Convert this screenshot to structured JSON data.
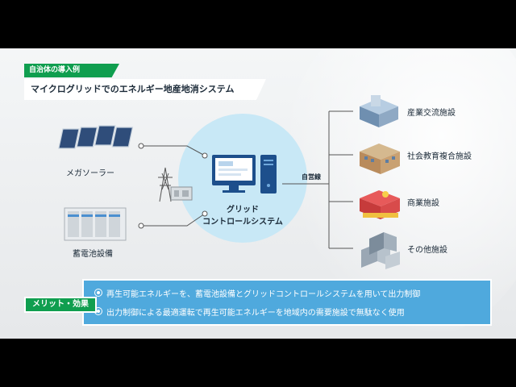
{
  "header": {
    "tag": "自治体の導入例",
    "title": "マイクログリッドでのエネルギー地産地消システム"
  },
  "center": {
    "line1": "グリッド",
    "line2": "コントロールシステム"
  },
  "sources": [
    {
      "label": "メガソーラー",
      "icon": "solar-panel-icon"
    },
    {
      "label": "蓄電池設備",
      "icon": "battery-storage-icon"
    }
  ],
  "connector_label": "自営線",
  "destinations": [
    {
      "label": "産業交流施設",
      "icon": "industrial-building-icon"
    },
    {
      "label": "社会教育複合施設",
      "icon": "education-complex-icon"
    },
    {
      "label": "商業施設",
      "icon": "commercial-building-icon"
    },
    {
      "label": "その他施設",
      "icon": "other-facilities-icon"
    }
  ],
  "merit": {
    "label": "メリット・効果",
    "items": [
      "再生可能エネルギーを、蓄電池設備とグリッドコントロールシステムを用いて出力制御",
      "出力制御による最適運転で再生可能エネルギーを地域内の需要施設で無駄なく使用"
    ]
  },
  "colors": {
    "accent_green": "#0f9e4f",
    "merit_blue": "#4fa9dd",
    "circle_blue": "#c8e8f6",
    "text_dark": "#1b2a38"
  }
}
